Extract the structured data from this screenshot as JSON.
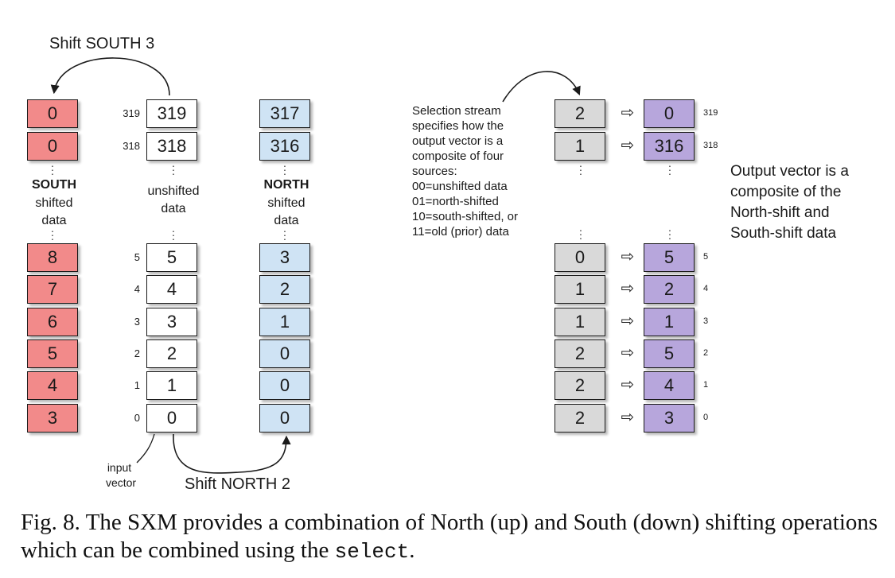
{
  "colors": {
    "south": "#f28a8a",
    "input": "#ffffff",
    "north": "#cfe3f4",
    "select": "#d9d9d9",
    "output": "#b7a6dc"
  },
  "labels": {
    "shift_south": "Shift SOUTH 3",
    "shift_north": "Shift NORTH 2",
    "south_title": "SOUTH",
    "south_sub1": "shifted",
    "south_sub2": "data",
    "unshifted1": "unshifted",
    "unshifted2": "data",
    "north_title": "NORTH",
    "north_sub1": "shifted",
    "north_sub2": "data",
    "input_vector1": "input",
    "input_vector2": "vector"
  },
  "south_top": [
    "0",
    "0"
  ],
  "south_bottom": [
    "8",
    "7",
    "6",
    "5",
    "4",
    "3"
  ],
  "input_top": [
    "319",
    "318"
  ],
  "input_bottom": [
    "5",
    "4",
    "3",
    "2",
    "1",
    "0"
  ],
  "input_index_top": [
    "319",
    "318"
  ],
  "input_index_bottom": [
    "5",
    "4",
    "3",
    "2",
    "1",
    "0"
  ],
  "north_top": [
    "317",
    "316"
  ],
  "north_bottom": [
    "3",
    "2",
    "1",
    "0",
    "0",
    "0"
  ],
  "selection_text": [
    "Selection stream",
    "specifies how the",
    "output vector is a",
    "composite of  four",
    "sources:",
    "00=unshifted data",
    "01=north-shifted",
    "10=south-shifted, or",
    "11=old (prior) data"
  ],
  "select_top": [
    "2",
    "1"
  ],
  "select_bottom": [
    "0",
    "1",
    "1",
    "2",
    "2",
    "2"
  ],
  "output_top": [
    "0",
    "316"
  ],
  "output_bottom": [
    "5",
    "2",
    "1",
    "5",
    "4",
    "3"
  ],
  "output_index_top": [
    "319",
    "318"
  ],
  "output_index_bottom": [
    "5",
    "4",
    "3",
    "2",
    "1",
    "0"
  ],
  "arrow_symbol": "⇨",
  "output_note": [
    "Output vector is a",
    "composite of the",
    "North-shift and",
    "South-shift data"
  ],
  "caption": {
    "prefix": "Fig. 8.  The SXM provides a combination of North (up) and South (down) shifting operations which can be combined using the ",
    "code": "select",
    "suffix": "."
  }
}
